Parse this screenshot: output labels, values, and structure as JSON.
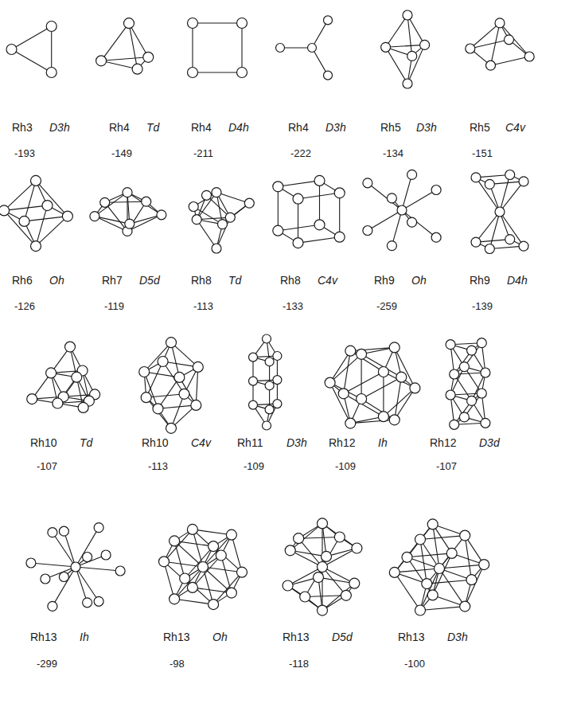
{
  "diagram": {
    "labels": [
      "Rh3",
      "D3h",
      "-193",
      "Rh4",
      "Td",
      "-149",
      "Rh4",
      "D4h",
      "-211",
      "Rh4",
      "D3h",
      "-222",
      "Rh5",
      "D3h",
      "-134",
      "Rh5",
      "C4v",
      "-151",
      "Rh6",
      "Oh",
      "-126",
      "Rh7",
      "D5d",
      "-119",
      "Rh8",
      "Td",
      "-113",
      "Rh8",
      "C4v",
      "-133",
      "Rh9",
      "Oh",
      "-259",
      "Rh9",
      "D4h",
      "-139",
      "Rh10",
      "Td",
      "-107",
      "Rh10",
      "C4v",
      "-113",
      "Rh11",
      "D3h",
      "-109",
      "Rh12",
      "Ih",
      "-109",
      "Rh12",
      "D3d",
      "-107",
      "Rh13",
      "Ih",
      "-299",
      "Rh13",
      "Oh",
      "-98",
      "Rh13",
      "D5d",
      "-118",
      "Rh13",
      "D3h",
      "-100"
    ]
  }
}
